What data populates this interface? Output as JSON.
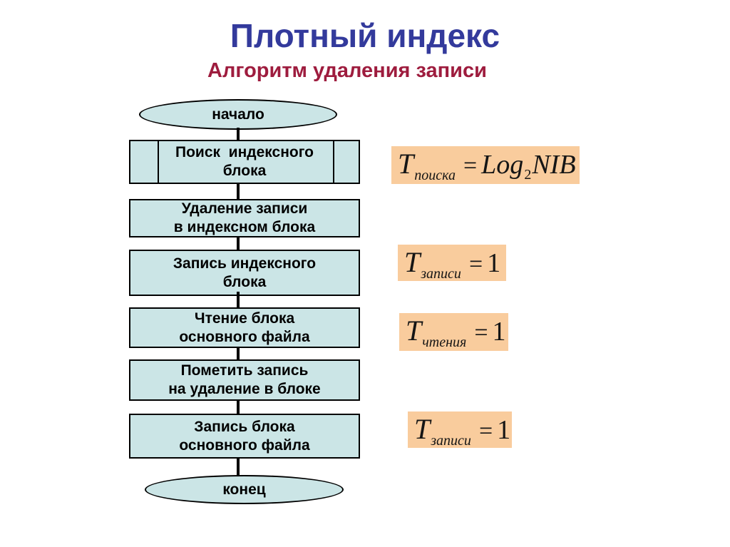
{
  "slide": {
    "title": "Плотный индекс",
    "subtitle": "Алгоритм удаления записи"
  },
  "flowchart": {
    "start_label": "начало",
    "end_label": "конец",
    "steps": [
      {
        "line1": "Поиск  индексного",
        "line2": "блока"
      },
      {
        "line1": "Удаление записи",
        "line2": "в индексном блока"
      },
      {
        "line1": "Запись индексного",
        "line2": "блока"
      },
      {
        "line1": "Чтение блока",
        "line2": "основного файла"
      },
      {
        "line1": "Пометить запись",
        "line2": "на удаление в блоке"
      },
      {
        "line1": "Запись блока",
        "line2": "основного файла"
      }
    ]
  },
  "formulas": [
    {
      "lhs": "T",
      "lhs_sub": "поиска",
      "eq": "=",
      "fn": "Log",
      "fn_base": "2",
      "arg": "NIB"
    },
    {
      "lhs": "T",
      "lhs_sub": "записи",
      "eq": "=",
      "rhs": "1"
    },
    {
      "lhs": "T",
      "lhs_sub": "чтения",
      "eq": "=",
      "rhs": "1"
    },
    {
      "lhs": "T",
      "lhs_sub": "записи",
      "eq": "=",
      "rhs": "1"
    }
  ],
  "colors": {
    "title_blue": "#333a9c",
    "subtitle_red": "#9e1c3e",
    "node_fill": "#cbe5e6",
    "node_border": "#000000",
    "formula_fill": "#f9cc9d",
    "background": "#ffffff"
  }
}
